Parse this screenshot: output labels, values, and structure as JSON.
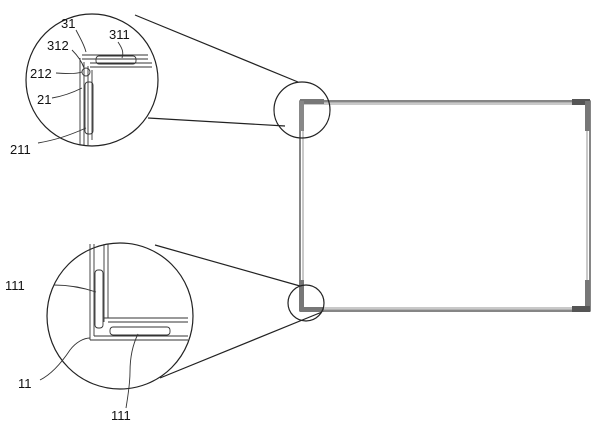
{
  "labels": {
    "l31": "31",
    "l311": "311",
    "l312": "312",
    "l212": "212",
    "l21": "21",
    "l211": "211",
    "l111a": "111",
    "l11": "11",
    "l111b": "111"
  }
}
